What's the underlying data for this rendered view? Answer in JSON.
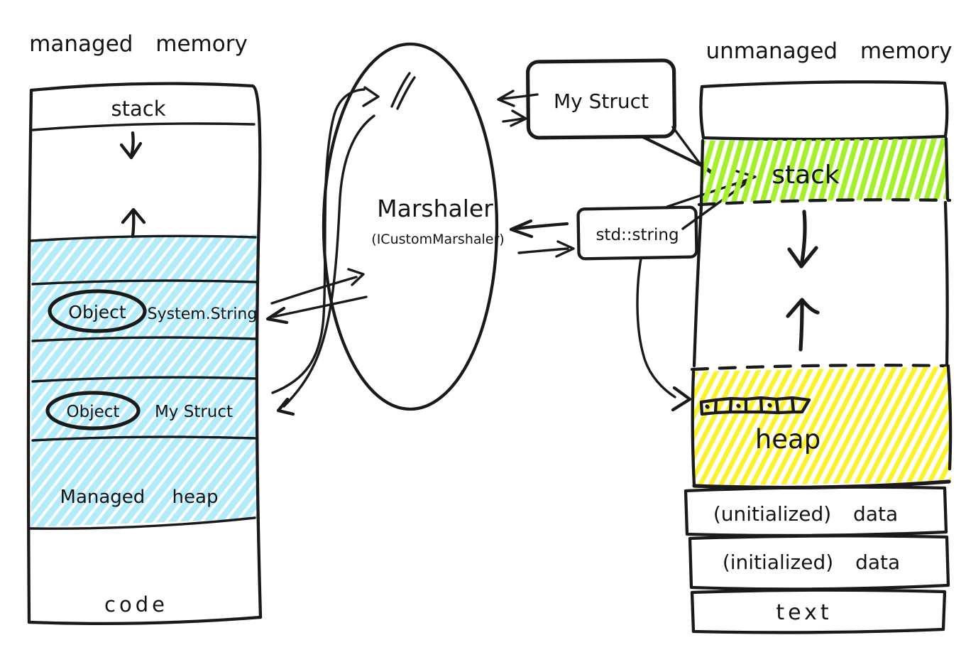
{
  "colors": {
    "cyan_hatch": "#b2ebf9",
    "green_hatch": "#a6ef2f",
    "yellow_hatch": "#fbf22c",
    "ink": "#1a1a1a"
  },
  "managed": {
    "title": "managed memory",
    "stack": "stack",
    "object_row1": {
      "badge": "Object",
      "type": "System.String"
    },
    "object_row2": {
      "badge": "Object",
      "type": "My Struct"
    },
    "heap": "Managed heap",
    "code": "code"
  },
  "marshaler": {
    "name": "Marshaler",
    "interface": "(ICustomMarshaler)"
  },
  "native": {
    "mystruct": "My Struct",
    "stdstring": "std::string"
  },
  "unmanaged": {
    "title": "unmanaged memory",
    "stack": "stack",
    "heap": "heap",
    "uninitialized_data": "(unitialized) data",
    "initialized_data": "(initialized) data",
    "text": "text"
  }
}
